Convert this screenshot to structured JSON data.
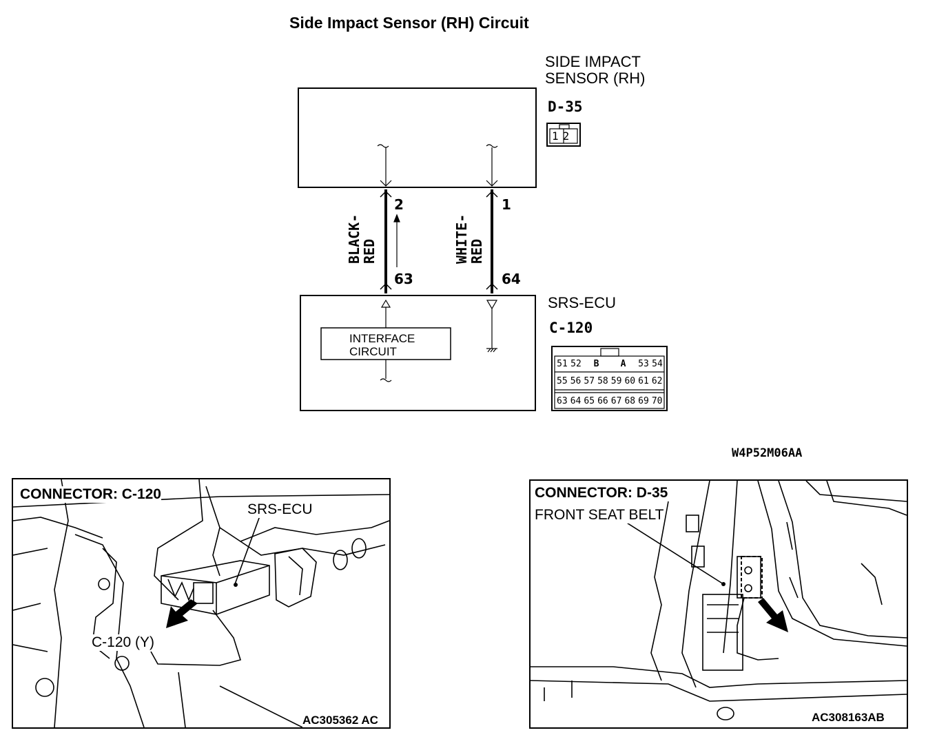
{
  "title": "Side Impact Sensor (RH) Circuit",
  "sensor": {
    "name_line1": "SIDE IMPACT",
    "name_line2": "SENSOR (RH)",
    "connector": "D-35",
    "pins": [
      "1",
      "2"
    ]
  },
  "ecu": {
    "name": "SRS-ECU",
    "connector": "C-120",
    "interface_line1": "INTERFACE",
    "interface_line2": "CIRCUIT",
    "connector_grid": {
      "row1": [
        "51",
        "52",
        "B",
        "A",
        "53",
        "54"
      ],
      "row2": [
        "55",
        "56",
        "57",
        "58",
        "59",
        "60",
        "61",
        "62"
      ],
      "row3": [
        "63",
        "64",
        "65",
        "66",
        "67",
        "68",
        "69",
        "70"
      ]
    }
  },
  "wires": [
    {
      "color_line1": "BLACK-",
      "color_line2": "RED",
      "sensor_pin": "2",
      "ecu_pin": "63"
    },
    {
      "color_line1": "WHITE-",
      "color_line2": "RED",
      "sensor_pin": "1",
      "ecu_pin": "64"
    }
  ],
  "figure_id": "W4P52M06AA",
  "photo_left": {
    "heading": "CONNECTOR: C-120",
    "label_ecu": "SRS-ECU",
    "label_conn": "C-120 (Y)",
    "id": "AC305362 AC"
  },
  "photo_right": {
    "heading": "CONNECTOR: D-35",
    "label_part": "FRONT SEAT BELT",
    "id": "AC308163AB"
  }
}
